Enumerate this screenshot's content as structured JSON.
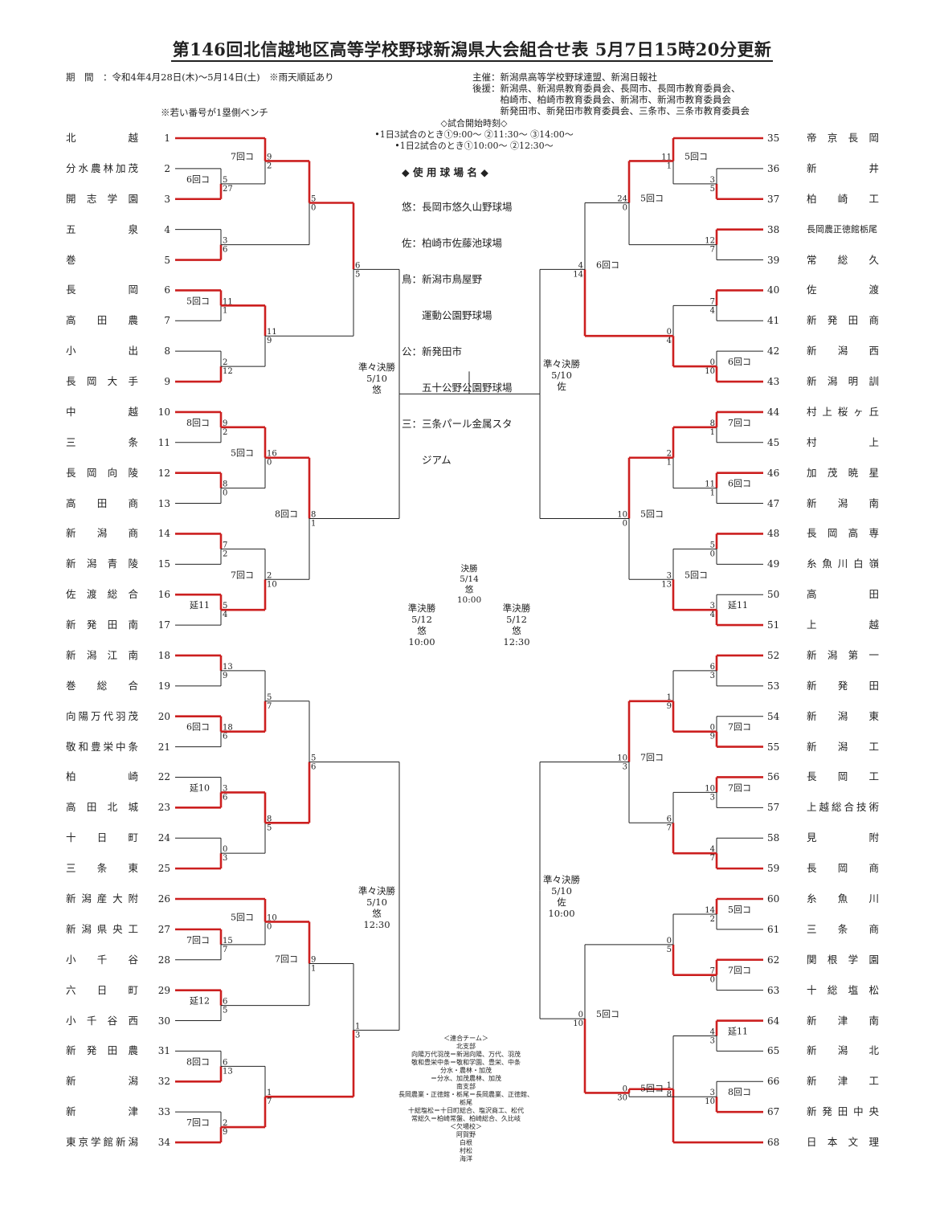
{
  "title": "第146回北信越地区高等学校野球新潟県大会組合せ表 5月7日15時20分更新",
  "period": "期　間　：令和4年4月28日(木)～5月14日(土)　※雨天順延あり",
  "bench_note": "※若い番号が1塁側ベンチ",
  "organizers": [
    "主催：新潟県高等学校野球連盟、新潟日報社",
    "後援：新潟県、新潟県教育委員会、長岡市、長岡市教育委員会、",
    "　　　柏崎市、柏崎市教育委員会、新潟市、新潟市教育委員会",
    "　　　新発田市、新発田市教育委員会、三条市、三条市教育委員会"
  ],
  "start_times": [
    "◇試合開始時刻◇",
    "•1日3試合のとき①9:00～ ②11:30～ ③14:00～",
    "•1日2試合のとき①10:00～ ②12:30～"
  ],
  "venues_title": "◆ 使 用 球 場 名 ◆",
  "venues": [
    "悠：長岡市悠久山野球場",
    "佐：柏崎市佐藤池球場",
    "鳥：新潟市鳥屋野",
    "　　運動公園野球場",
    "公：新発田市",
    "　　五十公野公園野球場",
    "三：三条パール金属スタ",
    "　　ジアム"
  ],
  "left_teams": [
    {
      "n": 1,
      "name": "北越"
    },
    {
      "n": 2,
      "name": "分水農林加茂"
    },
    {
      "n": 3,
      "name": "開志学園"
    },
    {
      "n": 4,
      "name": "五泉"
    },
    {
      "n": 5,
      "name": "巻"
    },
    {
      "n": 6,
      "name": "長岡"
    },
    {
      "n": 7,
      "name": "高田農"
    },
    {
      "n": 8,
      "name": "小出"
    },
    {
      "n": 9,
      "name": "長岡大手"
    },
    {
      "n": 10,
      "name": "中越"
    },
    {
      "n": 11,
      "name": "三条"
    },
    {
      "n": 12,
      "name": "長岡向陵"
    },
    {
      "n": 13,
      "name": "高田商"
    },
    {
      "n": 14,
      "name": "新潟商"
    },
    {
      "n": 15,
      "name": "新潟青陵"
    },
    {
      "n": 16,
      "name": "佐渡総合"
    },
    {
      "n": 17,
      "name": "新発田南"
    },
    {
      "n": 18,
      "name": "新潟江南"
    },
    {
      "n": 19,
      "name": "巻総合"
    },
    {
      "n": 20,
      "name": "向陽万代羽茂"
    },
    {
      "n": 21,
      "name": "敬和豊栄中条"
    },
    {
      "n": 22,
      "name": "柏崎"
    },
    {
      "n": 23,
      "name": "高田北城"
    },
    {
      "n": 24,
      "name": "十日町"
    },
    {
      "n": 25,
      "name": "三条東"
    },
    {
      "n": 26,
      "name": "新潟産大附"
    },
    {
      "n": 27,
      "name": "新潟県央工"
    },
    {
      "n": 28,
      "name": "小千谷"
    },
    {
      "n": 29,
      "name": "六日町"
    },
    {
      "n": 30,
      "name": "小千谷西"
    },
    {
      "n": 31,
      "name": "新発田農"
    },
    {
      "n": 32,
      "name": "新潟"
    },
    {
      "n": 33,
      "name": "新津"
    },
    {
      "n": 34,
      "name": "東京学館新潟"
    }
  ],
  "right_teams": [
    {
      "n": 35,
      "name": "帝京長岡"
    },
    {
      "n": 36,
      "name": "新井"
    },
    {
      "n": 37,
      "name": "柏崎工"
    },
    {
      "n": 38,
      "name": "長岡農正徳館栃尾"
    },
    {
      "n": 39,
      "name": "常総久"
    },
    {
      "n": 40,
      "name": "佐渡"
    },
    {
      "n": 41,
      "name": "新発田商"
    },
    {
      "n": 42,
      "name": "新潟西"
    },
    {
      "n": 43,
      "name": "新潟明訓"
    },
    {
      "n": 44,
      "name": "村上桜ヶ丘"
    },
    {
      "n": 45,
      "name": "村上"
    },
    {
      "n": 46,
      "name": "加茂暁星"
    },
    {
      "n": 47,
      "name": "新潟南"
    },
    {
      "n": 48,
      "name": "長岡高専"
    },
    {
      "n": 49,
      "name": "糸魚川白嶺"
    },
    {
      "n": 50,
      "name": "高田"
    },
    {
      "n": 51,
      "name": "上越"
    },
    {
      "n": 52,
      "name": "新潟第一"
    },
    {
      "n": 53,
      "name": "新発田"
    },
    {
      "n": 54,
      "name": "新潟東"
    },
    {
      "n": 55,
      "name": "新潟工"
    },
    {
      "n": 56,
      "name": "長岡工"
    },
    {
      "n": 57,
      "name": "上越総合技術"
    },
    {
      "n": 58,
      "name": "見附"
    },
    {
      "n": 59,
      "name": "長岡商"
    },
    {
      "n": 60,
      "name": "糸魚川"
    },
    {
      "n": 61,
      "name": "三条商"
    },
    {
      "n": 62,
      "name": "関根学園"
    },
    {
      "n": 63,
      "name": "十総塩松"
    },
    {
      "n": 64,
      "name": "新津南"
    },
    {
      "n": 65,
      "name": "新潟北"
    },
    {
      "n": 66,
      "name": "新津工"
    },
    {
      "n": 67,
      "name": "新発田中央"
    },
    {
      "n": 68,
      "name": "日本文理"
    }
  ],
  "rounds": {
    "qf_top_left": [
      "準々決勝",
      "5/10",
      "悠"
    ],
    "qf_bottom_left": [
      "準々決勝",
      "5/10",
      "悠",
      "12:30"
    ],
    "qf_top_right": [
      "準々決勝",
      "5/10",
      "佐"
    ],
    "qf_bottom_right": [
      "準々決勝",
      "5/10",
      "佐",
      "10:00"
    ],
    "sf_left": [
      "準決勝",
      "5/12",
      "悠",
      "10:00"
    ],
    "sf_right": [
      "準決勝",
      "5/12",
      "悠",
      "12:30"
    ],
    "final": [
      "決勝",
      "5/14",
      "悠",
      "10:00"
    ]
  },
  "notes": [
    "＜連合チーム＞",
    "北支部",
    "向陽万代羽茂＝新潟向陽、万代、羽茂",
    "敬和豊栄中条＝敬和学園、豊栄、中条",
    "分水・農林・加茂",
    "＝分水、加茂農林、加茂",
    "南支部",
    "長岡農業・正徳館・栃尾＝長岡農業、正徳館、",
    "栃尾",
    "十総塩松＝十日町総合、塩沢商工、松代",
    "常総久＝柏崎常盤、柏崎総合、久比岐",
    "＜欠場校＞",
    "阿賀野",
    "白根",
    "村松",
    "海洋"
  ],
  "colors": {
    "winner": "#cc1f1f",
    "line": "#222222"
  },
  "matches": [
    {
      "side": "L",
      "a": 2,
      "b": 3,
      "top": "5",
      "bot": "27",
      "note": "6回コ",
      "win": "b"
    },
    {
      "side": "L",
      "a": 1,
      "b": "m0",
      "top": "9",
      "bot": "2",
      "note": "7回コ",
      "win": "a"
    },
    {
      "side": "L",
      "a": 4,
      "b": 5,
      "top": "3",
      "bot": "6",
      "note": "",
      "win": "b"
    },
    {
      "side": "L",
      "a": 6,
      "b": 7,
      "top": "11",
      "bot": "1",
      "note": "5回コ",
      "win": "a"
    },
    {
      "side": "L",
      "a": 8,
      "b": 9,
      "top": "2",
      "bot": "12",
      "note": "",
      "win": "b"
    },
    {
      "side": "L",
      "a": 10,
      "b": 11,
      "top": "9",
      "bot": "2",
      "note": "8回コ",
      "win": "a"
    },
    {
      "side": "L",
      "a": 12,
      "b": 13,
      "top": "8",
      "bot": "0",
      "note": "",
      "win": "a"
    },
    {
      "side": "L",
      "a": 14,
      "b": 15,
      "top": "7",
      "bot": "2",
      "note": "",
      "win": "a"
    },
    {
      "side": "L",
      "a": 16,
      "b": 17,
      "top": "5",
      "bot": "4",
      "note": "延11",
      "win": "a"
    },
    {
      "side": "L",
      "a": 18,
      "b": 19,
      "top": "13",
      "bot": "9",
      "note": "",
      "win": "a"
    },
    {
      "side": "L",
      "a": 20,
      "b": 21,
      "top": "18",
      "bot": "6",
      "note": "6回コ",
      "win": "a"
    },
    {
      "side": "L",
      "a": 22,
      "b": 23,
      "top": "3",
      "bot": "6",
      "note": "延10",
      "win": "b"
    },
    {
      "side": "L",
      "a": 24,
      "b": 25,
      "top": "0",
      "bot": "3",
      "note": "",
      "win": "b"
    },
    {
      "side": "L",
      "a": 27,
      "b": 28,
      "top": "15",
      "bot": "7",
      "note": "7回コ",
      "win": "a"
    },
    {
      "side": "L",
      "a": 26,
      "b": "m13",
      "top": "10",
      "bot": "0",
      "note": "5回コ",
      "win": "a"
    },
    {
      "side": "L",
      "a": 29,
      "b": 30,
      "top": "6",
      "bot": "5",
      "note": "延12",
      "win": "a"
    },
    {
      "side": "L",
      "a": 31,
      "b": 32,
      "top": "6",
      "bot": "13",
      "note": "8回コ",
      "win": "b"
    },
    {
      "side": "L",
      "a": 33,
      "b": 34,
      "top": "2",
      "bot": "9",
      "note": "7回コ",
      "win": "b"
    },
    {
      "side": "L",
      "a": "m1",
      "b": "m2",
      "top": "5",
      "bot": "0",
      "note": "",
      "win": "a"
    },
    {
      "side": "L",
      "a": "m3",
      "b": "m4",
      "top": "11",
      "bot": "9",
      "note": "",
      "win": "a"
    },
    {
      "side": "L",
      "a": "m5",
      "b": "m6",
      "top": "16",
      "bot": "0",
      "note": "5回コ",
      "win": "a"
    },
    {
      "side": "L",
      "a": "m7",
      "b": "m8",
      "top": "2",
      "bot": "10",
      "note": "7回コ",
      "win": "b"
    },
    {
      "side": "L",
      "a": "m9",
      "b": "m10",
      "top": "5",
      "bot": "7",
      "note": "",
      "win": "b"
    },
    {
      "side": "L",
      "a": "m11",
      "b": "m12",
      "top": "8",
      "bot": "5",
      "note": "",
      "win": "a"
    },
    {
      "side": "L",
      "a": "m14",
      "b": "m15",
      "top": "9",
      "bot": "1",
      "note": "7回コ",
      "win": "a"
    },
    {
      "side": "L",
      "a": "m16",
      "b": "m17",
      "top": "1",
      "bot": "7",
      "note": "",
      "win": "b"
    },
    {
      "side": "L",
      "a": "m18",
      "b": "m19",
      "top": "6",
      "bot": "5",
      "note": "",
      "win": "a"
    },
    {
      "side": "L",
      "a": "m20",
      "b": "m21",
      "top": "8",
      "bot": "1",
      "note": "8回コ",
      "win": "a"
    },
    {
      "side": "L",
      "a": "m22",
      "b": "m23",
      "top": "5",
      "bot": "6",
      "note": "",
      "win": "b"
    },
    {
      "side": "L",
      "a": "m24",
      "b": "m25",
      "top": "1",
      "bot": "3",
      "note": "",
      "win": "b"
    },
    {
      "side": "L",
      "a": "m26",
      "b": "m27",
      "top": "",
      "bot": "",
      "note": "",
      "win": ""
    },
    {
      "side": "L",
      "a": "m28",
      "b": "m29",
      "top": "",
      "bot": "",
      "note": "",
      "win": ""
    },
    {
      "side": "R",
      "a": 36,
      "b": 37,
      "top": "3",
      "bot": "5",
      "note": "",
      "win": "b"
    },
    {
      "side": "R",
      "a": 35,
      "b": "m32",
      "top": "11",
      "bot": "1",
      "note": "5回コ",
      "win": "a"
    },
    {
      "side": "R",
      "a": 38,
      "b": 39,
      "top": "12",
      "bot": "7",
      "note": "",
      "win": "a"
    },
    {
      "side": "R",
      "a": 40,
      "b": 41,
      "top": "7",
      "bot": "4",
      "note": "",
      "win": "a"
    },
    {
      "side": "R",
      "a": 42,
      "b": 43,
      "top": "0",
      "bot": "10",
      "note": "6回コ",
      "win": "b"
    },
    {
      "side": "R",
      "a": 44,
      "b": 45,
      "top": "8",
      "bot": "1",
      "note": "7回コ",
      "win": "a"
    },
    {
      "side": "R",
      "a": 46,
      "b": 47,
      "top": "11",
      "bot": "1",
      "note": "6回コ",
      "win": "a"
    },
    {
      "side": "R",
      "a": 48,
      "b": 49,
      "top": "5",
      "bot": "0",
      "note": "",
      "win": "a"
    },
    {
      "side": "R",
      "a": 50,
      "b": 51,
      "top": "3",
      "bot": "4",
      "note": "延11",
      "win": "b"
    },
    {
      "side": "R",
      "a": 52,
      "b": 53,
      "top": "6",
      "bot": "3",
      "note": "",
      "win": "a"
    },
    {
      "side": "R",
      "a": 54,
      "b": 55,
      "top": "0",
      "bot": "9",
      "note": "7回コ",
      "win": "b"
    },
    {
      "side": "R",
      "a": 56,
      "b": 57,
      "top": "10",
      "bot": "3",
      "note": "7回コ",
      "win": "a"
    },
    {
      "side": "R",
      "a": 58,
      "b": 59,
      "top": "4",
      "bot": "7",
      "note": "",
      "win": "b"
    },
    {
      "side": "R",
      "a": 60,
      "b": 61,
      "top": "14",
      "bot": "2",
      "note": "5回コ",
      "win": "a"
    },
    {
      "side": "R",
      "a": 62,
      "b": 63,
      "top": "7",
      "bot": "0",
      "note": "7回コ",
      "win": "a"
    },
    {
      "side": "R",
      "a": 64,
      "b": 65,
      "top": "4",
      "bot": "3",
      "note": "延11",
      "win": "a"
    },
    {
      "side": "R",
      "a": 66,
      "b": 67,
      "top": "3",
      "bot": "10",
      "note": "8回コ",
      "win": "b"
    },
    {
      "side": "R",
      "a": "m47",
      "b": 68,
      "top": "1",
      "bot": "8",
      "note": "",
      "win": "b"
    },
    {
      "side": "R",
      "a": "m33",
      "b": "m34",
      "top": "24",
      "bot": "0",
      "note": "5回コ",
      "win": "a"
    },
    {
      "side": "R",
      "a": "m35",
      "b": "m36",
      "top": "0",
      "bot": "4",
      "note": "",
      "win": "b"
    },
    {
      "side": "R",
      "a": "m37",
      "b": "m38",
      "top": "2",
      "bot": "1",
      "note": "",
      "win": "a"
    },
    {
      "side": "R",
      "a": "m39",
      "b": "m40",
      "top": "3",
      "bot": "13",
      "note": "5回コ",
      "win": "b"
    },
    {
      "side": "R",
      "a": "m41",
      "b": "m42",
      "top": "1",
      "bot": "9",
      "note": "",
      "win": "b"
    },
    {
      "side": "R",
      "a": "m43",
      "b": "m44",
      "top": "6",
      "bot": "7",
      "note": "",
      "win": "b"
    },
    {
      "side": "R",
      "a": "m45",
      "b": "m46",
      "top": "0",
      "bot": "5",
      "note": "",
      "win": "b"
    },
    {
      "side": "R",
      "a": "m48",
      "b": "m49",
      "top": "0",
      "bot": "30",
      "note": "5回コ",
      "win": "b"
    },
    {
      "side": "R",
      "a": "m50",
      "b": "m51",
      "top": "4",
      "bot": "14",
      "note": "6回コ",
      "win": "b"
    },
    {
      "side": "R",
      "a": "m52",
      "b": "m53",
      "top": "10",
      "bot": "0",
      "note": "5回コ",
      "win": "a"
    },
    {
      "side": "R",
      "a": "m54",
      "b": "m55",
      "top": "10",
      "bot": "3",
      "note": "7回コ",
      "win": "a"
    },
    {
      "side": "R",
      "a": "m56",
      "b": "m57",
      "top": "0",
      "bot": "10",
      "note": "5回コ",
      "win": "b"
    },
    {
      "side": "R",
      "a": "m58",
      "b": "m59",
      "top": "",
      "bot": "",
      "note": "",
      "win": ""
    },
    {
      "side": "R",
      "a": "m60",
      "b": "m61",
      "top": "",
      "bot": "",
      "note": "",
      "win": ""
    },
    {
      "side": "C",
      "a": "m30",
      "b": "m62",
      "top": "",
      "bot": "",
      "note": "",
      "win": ""
    }
  ]
}
